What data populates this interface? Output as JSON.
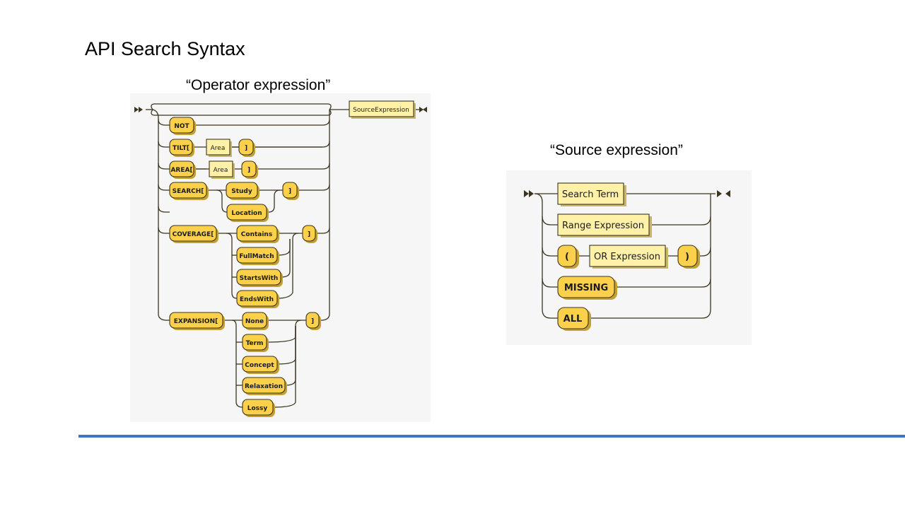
{
  "slide": {
    "title": "API Search Syntax",
    "accent_rule_color": "#4472c4"
  },
  "operator_expression": {
    "caption": "“Operator expression”",
    "start_marker": "start-arrow-icon",
    "end_marker": "end-arrow-icon",
    "tail_nonterminal": "SourceExpression",
    "branches": [
      {
        "label": "skip",
        "items": []
      },
      {
        "label": "NOT",
        "items": [
          "NOT"
        ]
      },
      {
        "label": "TILT",
        "items": [
          "TILT[",
          "Area",
          "]"
        ]
      },
      {
        "label": "AREA",
        "items": [
          "AREA[",
          "Area",
          "]"
        ]
      },
      {
        "label": "SEARCH",
        "items": [
          "SEARCH[",
          {
            "choice": [
              "Study",
              "Location"
            ]
          },
          "]"
        ]
      },
      {
        "label": "COVERAGE",
        "items": [
          "COVERAGE[",
          {
            "choice": [
              "Contains",
              "FullMatch",
              "StartsWith",
              "EndsWith"
            ]
          },
          "]"
        ]
      },
      {
        "label": "EXPANSION",
        "items": [
          "EXPANSION[",
          {
            "choice": [
              "None",
              "Term",
              "Concept",
              "Relaxation",
              "Lossy"
            ]
          },
          "]"
        ]
      }
    ]
  },
  "source_expression": {
    "caption": "“Source expression”",
    "start_marker": "start-arrow-icon",
    "end_marker": "end-arrow-icon",
    "alternatives": [
      {
        "items": [
          "Search Term"
        ],
        "kinds": [
          "nonterminal"
        ]
      },
      {
        "items": [
          "Range Expression"
        ],
        "kinds": [
          "nonterminal"
        ]
      },
      {
        "items": [
          "(",
          "OR Expression",
          ")"
        ],
        "kinds": [
          "terminal",
          "nonterminal",
          "terminal"
        ]
      },
      {
        "items": [
          "MISSING"
        ],
        "kinds": [
          "terminal"
        ]
      },
      {
        "items": [
          "ALL"
        ],
        "kinds": [
          "terminal"
        ]
      }
    ]
  },
  "colors": {
    "terminal_fill": "#fbd14b",
    "nonterminal_fill": "#fff1a8",
    "track": "#3b3520",
    "panel_background": "#f6f6f6"
  }
}
